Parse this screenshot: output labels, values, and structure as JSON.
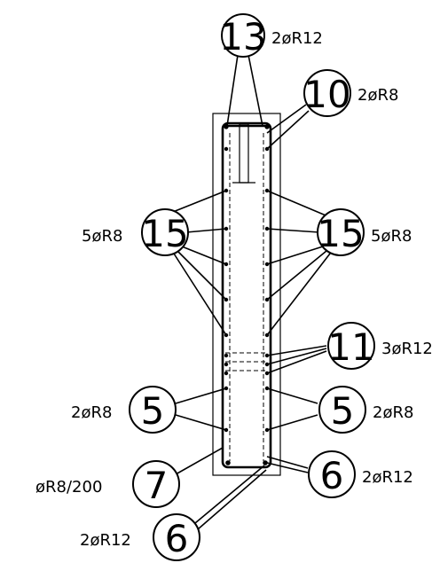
{
  "labels": {
    "m13": {
      "num": "13",
      "spec": "2øR12"
    },
    "m10": {
      "num": "10",
      "spec": "2øR8"
    },
    "m15_left": {
      "num": "15",
      "spec": "5øR8"
    },
    "m15_right": {
      "num": "15",
      "spec": "5øR8"
    },
    "m11": {
      "num": "11",
      "spec": "3øR12"
    },
    "m5_left": {
      "num": "5",
      "spec": "2øR8"
    },
    "m5_right": {
      "num": "5",
      "spec": "2øR8"
    },
    "m7": {
      "num": "7",
      "spec": "øR8/200"
    },
    "m6_right": {
      "num": "6",
      "spec": "2øR12"
    },
    "m6_bottom": {
      "num": "6",
      "spec": "2øR12"
    }
  }
}
